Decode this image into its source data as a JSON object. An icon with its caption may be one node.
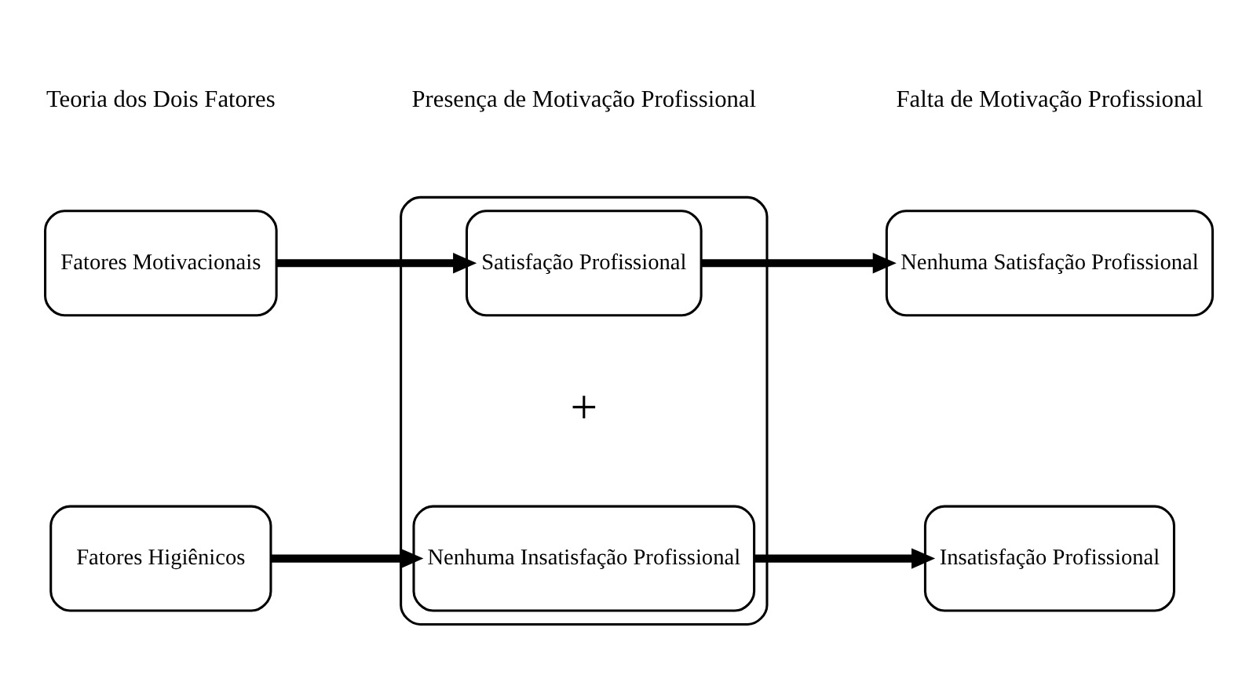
{
  "diagram": {
    "nodes": [
      {
        "text": [
          "Fatores Motivacionais"
        ]
      },
      {
        "text": [],
        "shape": "ellipse"
      },
      {
        "text": [
          "Satisfação Profissional"
        ],
        "in": 1
      },
      {
        "text": [
          "Nenhuma Satisfação Profissional"
        ]
      },
      {
        "text": [
          "Fatores Higiênicos"
        ]
      },
      {
        "text": [
          "Nenhuma Insatisfação Profissional"
        ],
        "in": 1
      },
      {
        "text": [
          "Insatisfação Profissional"
        ]
      }
    ],
    "edges": [
      {
        "from": 0,
        "to": 2,
        "arrow": "to"
      },
      {
        "from": 2,
        "to": 3,
        "arrow": "to"
      },
      {
        "from": 4,
        "to": 5,
        "arrow": "to"
      },
      {
        "from": 5,
        "to": 6,
        "arrow": "to"
      }
    ],
    "labels": [
      "Teoria dos Dois Fatores",
      "Presença de Motivação Profissional",
      "Falta de Motivação Profissional",
      "+"
    ]
  }
}
